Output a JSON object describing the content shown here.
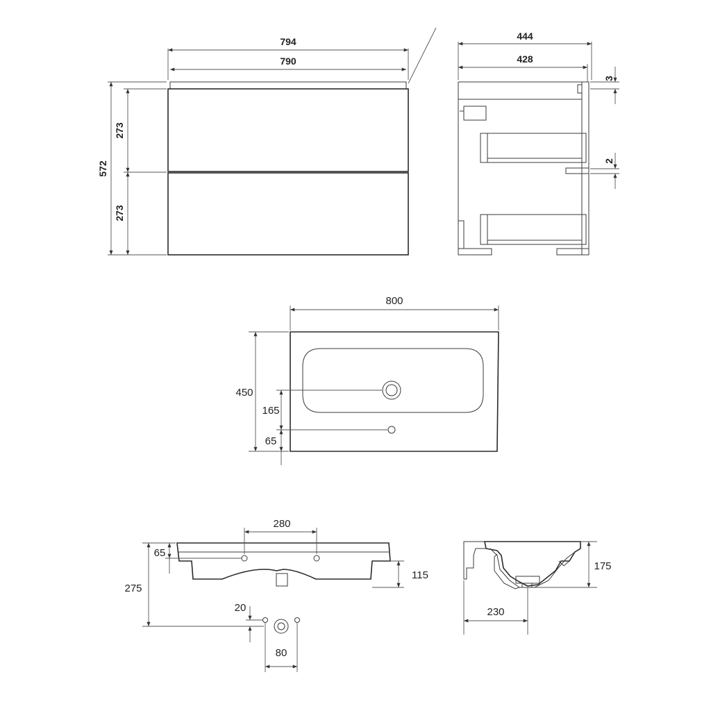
{
  "cabinet_front": {
    "width_outer": "794",
    "width_inner": "790",
    "height_total": "572",
    "drawer_top": "273",
    "drawer_bottom": "273"
  },
  "cabinet_side": {
    "depth_outer": "444",
    "depth_inner": "428",
    "gap_top": "3",
    "gap_mid": "2"
  },
  "basin_top": {
    "width": "800",
    "depth": "450",
    "drain_offset": "165",
    "tap_offset": "65"
  },
  "basin_front": {
    "fixing_spacing": "280",
    "fixing_height": "65",
    "overall_height": "275",
    "bowl_depth": "115",
    "hole_offset": "20",
    "hole_spacing": "80"
  },
  "basin_section": {
    "rim_height": "175",
    "drain_depth": "230"
  }
}
